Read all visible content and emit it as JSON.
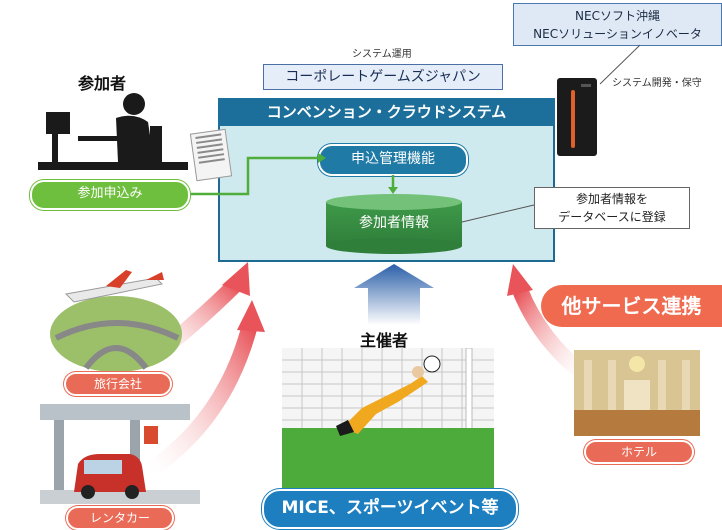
{
  "nec": {
    "line1": "NECソフト沖縄",
    "line2": "NECソリューションイノベータ"
  },
  "system_dev_label": "システム開発・保守",
  "system_ops_label": "システム運用",
  "operator": "コーポレートゲームズジャパン",
  "cloud": {
    "title": "コンベンション・クラウドシステム",
    "function": "申込管理機能",
    "database": "参加者情報"
  },
  "callout": {
    "line1": "参加者情報を",
    "line2": "データベースに登録"
  },
  "participant": {
    "heading": "参加者",
    "apply": "参加申込み"
  },
  "organizer": {
    "heading": "主催者",
    "event": "MICE、スポーツイベント等"
  },
  "partners": {
    "travel": "旅行会社",
    "rental": "レンタカー",
    "hotel": "ホテル",
    "other_services": "他サービス連携"
  },
  "colors": {
    "cloud_title": "#1c6f9a",
    "cloud_fill": "#cfeaef",
    "apply_green": "#6fbf3f",
    "partner_red": "#e96b57",
    "event_blue": "#1d7fbf"
  }
}
